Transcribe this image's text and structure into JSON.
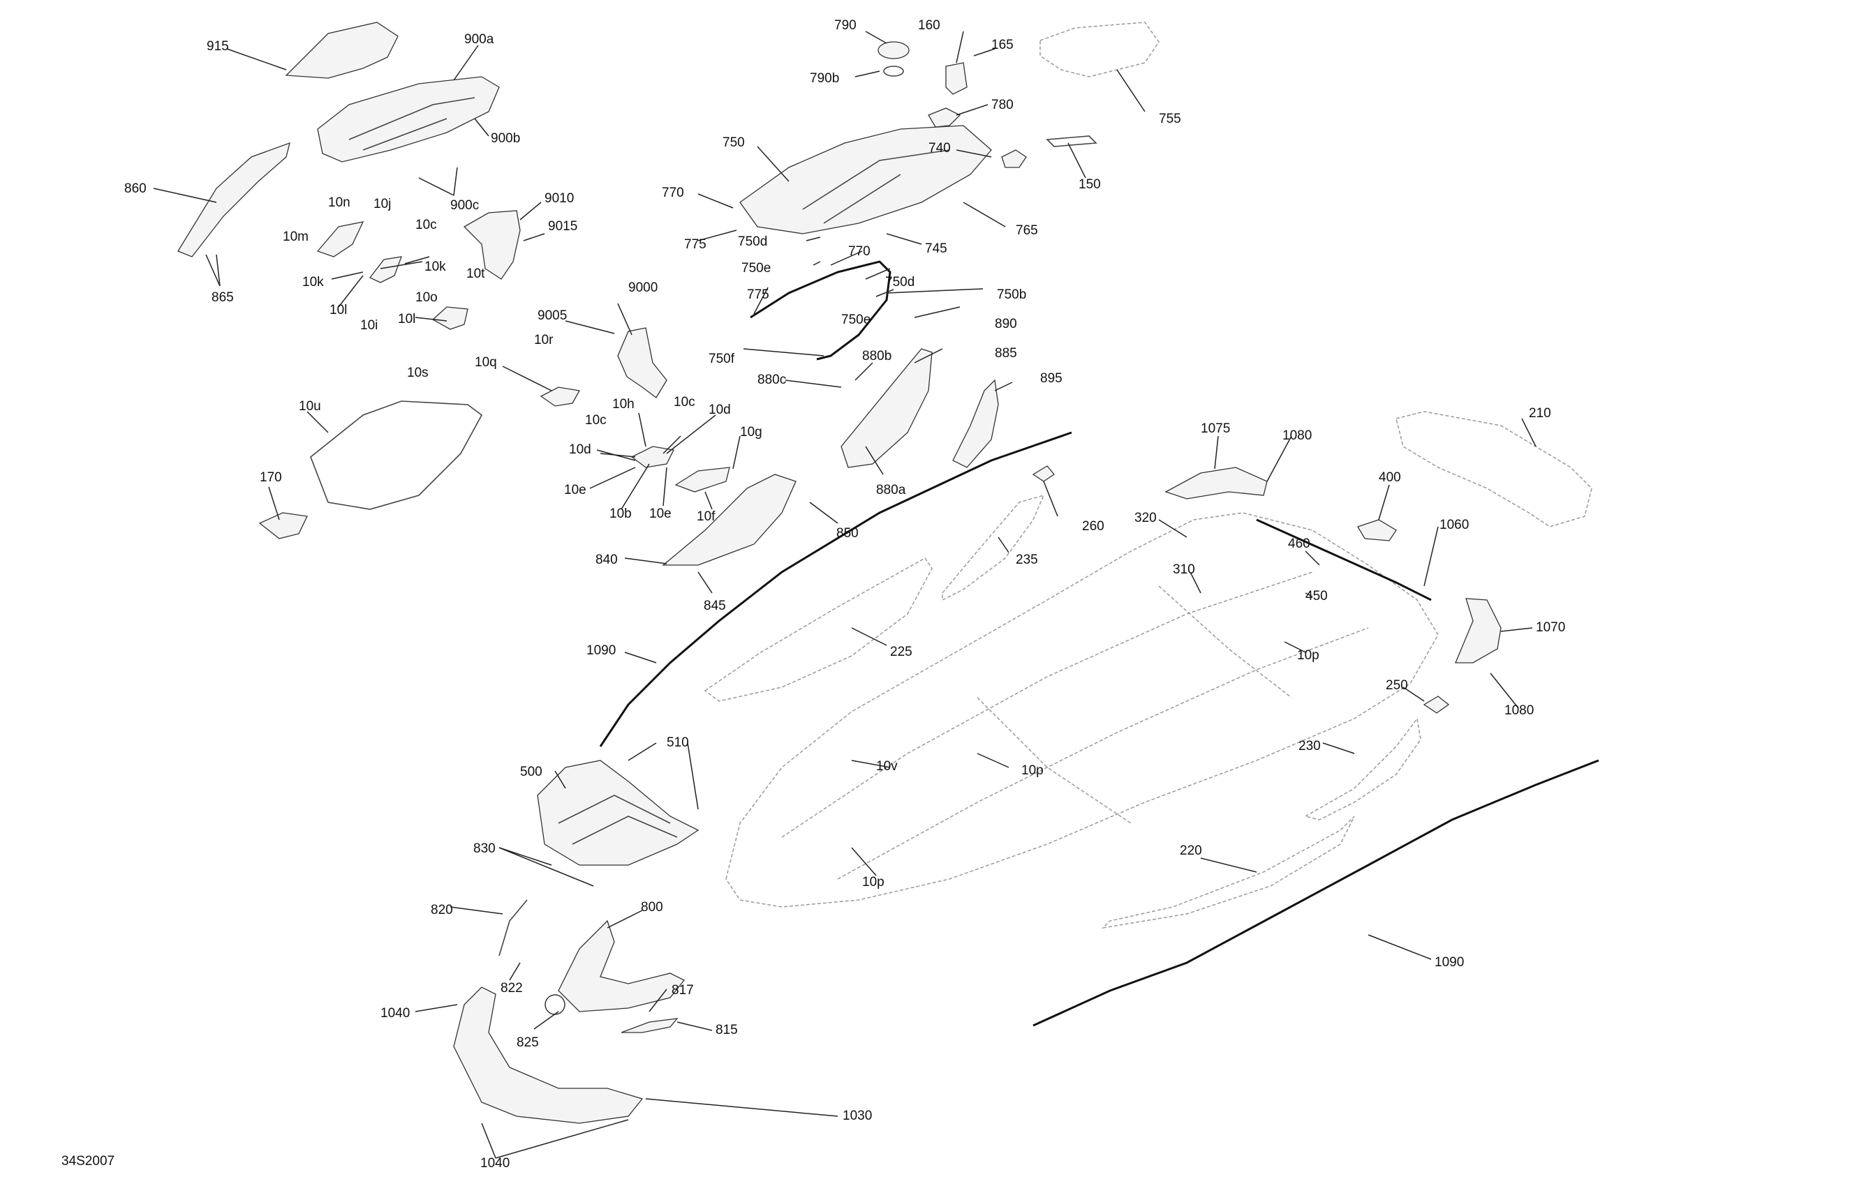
{
  "diagram_id": "34S2007",
  "labels": [
    {
      "id": "915",
      "text": "915"
    },
    {
      "id": "900a",
      "text": "900a"
    },
    {
      "id": "900b",
      "text": "900b"
    },
    {
      "id": "900c",
      "text": "900c"
    },
    {
      "id": "860",
      "text": "860"
    },
    {
      "id": "865",
      "text": "865"
    },
    {
      "id": "9010",
      "text": "9010"
    },
    {
      "id": "9015",
      "text": "9015"
    },
    {
      "id": "10n",
      "text": "10n"
    },
    {
      "id": "10j",
      "text": "10j"
    },
    {
      "id": "10c_a",
      "text": "10c"
    },
    {
      "id": "10m",
      "text": "10m"
    },
    {
      "id": "10k_a",
      "text": "10k"
    },
    {
      "id": "10k_b",
      "text": "10k"
    },
    {
      "id": "10o",
      "text": "10o"
    },
    {
      "id": "10l_a",
      "text": "10l"
    },
    {
      "id": "10i",
      "text": "10i"
    },
    {
      "id": "10l_b",
      "text": "10l"
    },
    {
      "id": "10t",
      "text": "10t"
    },
    {
      "id": "10s",
      "text": "10s"
    },
    {
      "id": "9000",
      "text": "9000"
    },
    {
      "id": "9005",
      "text": "9005"
    },
    {
      "id": "10r",
      "text": "10r"
    },
    {
      "id": "10q",
      "text": "10q"
    },
    {
      "id": "10u",
      "text": "10u"
    },
    {
      "id": "170",
      "text": "170"
    },
    {
      "id": "10h",
      "text": "10h"
    },
    {
      "id": "10c_b",
      "text": "10c"
    },
    {
      "id": "10c_c",
      "text": "10c"
    },
    {
      "id": "10d_a",
      "text": "10d"
    },
    {
      "id": "10d_b",
      "text": "10d"
    },
    {
      "id": "10g",
      "text": "10g"
    },
    {
      "id": "10e_a",
      "text": "10e"
    },
    {
      "id": "10b",
      "text": "10b"
    },
    {
      "id": "10e_b",
      "text": "10e"
    },
    {
      "id": "10f",
      "text": "10f"
    },
    {
      "id": "790",
      "text": "790"
    },
    {
      "id": "160",
      "text": "160"
    },
    {
      "id": "165",
      "text": "165"
    },
    {
      "id": "790b",
      "text": "790b"
    },
    {
      "id": "755",
      "text": "755"
    },
    {
      "id": "780",
      "text": "780"
    },
    {
      "id": "750",
      "text": "750"
    },
    {
      "id": "740",
      "text": "740"
    },
    {
      "id": "150",
      "text": "150"
    },
    {
      "id": "770_a",
      "text": "770"
    },
    {
      "id": "765",
      "text": "765"
    },
    {
      "id": "775_a",
      "text": "775"
    },
    {
      "id": "750d_a",
      "text": "750d"
    },
    {
      "id": "745",
      "text": "745"
    },
    {
      "id": "750e_a",
      "text": "750e"
    },
    {
      "id": "770_b",
      "text": "770"
    },
    {
      "id": "775_b",
      "text": "775"
    },
    {
      "id": "750d_b",
      "text": "750d"
    },
    {
      "id": "750b",
      "text": "750b"
    },
    {
      "id": "750e_b",
      "text": "750e"
    },
    {
      "id": "890",
      "text": "890"
    },
    {
      "id": "750f",
      "text": "750f"
    },
    {
      "id": "880b",
      "text": "880b"
    },
    {
      "id": "885",
      "text": "885"
    },
    {
      "id": "880c",
      "text": "880c"
    },
    {
      "id": "895",
      "text": "895"
    },
    {
      "id": "880a",
      "text": "880a"
    },
    {
      "id": "850",
      "text": "850"
    },
    {
      "id": "840",
      "text": "840"
    },
    {
      "id": "845",
      "text": "845"
    },
    {
      "id": "260",
      "text": "260"
    },
    {
      "id": "235",
      "text": "235"
    },
    {
      "id": "1090_a",
      "text": "1090"
    },
    {
      "id": "225",
      "text": "225"
    },
    {
      "id": "1075",
      "text": "1075"
    },
    {
      "id": "1080_a",
      "text": "1080"
    },
    {
      "id": "210",
      "text": "210"
    },
    {
      "id": "400",
      "text": "400"
    },
    {
      "id": "320",
      "text": "320"
    },
    {
      "id": "1060",
      "text": "1060"
    },
    {
      "id": "460",
      "text": "460"
    },
    {
      "id": "310",
      "text": "310"
    },
    {
      "id": "450",
      "text": "450"
    },
    {
      "id": "1070",
      "text": "1070"
    },
    {
      "id": "10p_a",
      "text": "10p"
    },
    {
      "id": "1080_b",
      "text": "1080"
    },
    {
      "id": "250",
      "text": "250"
    },
    {
      "id": "230",
      "text": "230"
    },
    {
      "id": "510",
      "text": "510"
    },
    {
      "id": "500",
      "text": "500"
    },
    {
      "id": "10v",
      "text": "10v"
    },
    {
      "id": "10p_b",
      "text": "10p"
    },
    {
      "id": "830",
      "text": "830"
    },
    {
      "id": "220",
      "text": "220"
    },
    {
      "id": "10p_c",
      "text": "10p"
    },
    {
      "id": "820",
      "text": "820"
    },
    {
      "id": "800",
      "text": "800"
    },
    {
      "id": "1090_b",
      "text": "1090"
    },
    {
      "id": "822",
      "text": "822"
    },
    {
      "id": "817",
      "text": "817"
    },
    {
      "id": "1040_a",
      "text": "1040"
    },
    {
      "id": "815",
      "text": "815"
    },
    {
      "id": "825",
      "text": "825"
    },
    {
      "id": "1030",
      "text": "1030"
    },
    {
      "id": "1040_b",
      "text": "1040"
    }
  ]
}
